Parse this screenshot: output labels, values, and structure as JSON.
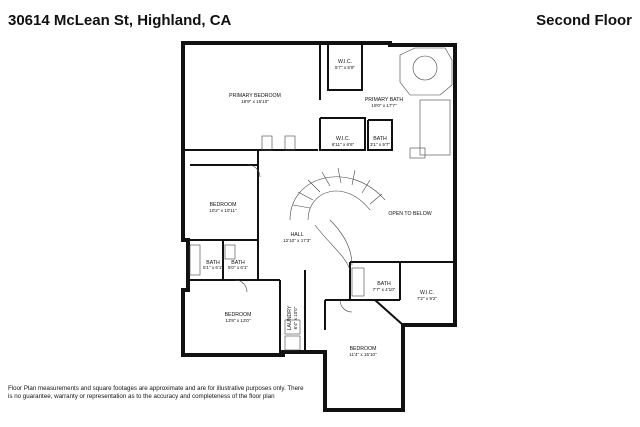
{
  "header": {
    "address": "30614 McLean St, Highland, CA",
    "floor": "Second Floor"
  },
  "rooms": [
    {
      "id": "primary-bedroom",
      "name": "PRIMARY BEDROOM",
      "dim": "18'9\" x 15'10\""
    },
    {
      "id": "wic-1",
      "name": "W.I.C.",
      "dim": "5'7\" x 5'9\""
    },
    {
      "id": "primary-bath",
      "name": "PRIMARY BATH",
      "dim": "19'0\" x 17'7\""
    },
    {
      "id": "wic-2",
      "name": "W.I.C.",
      "dim": "6'11\" x 6'6\""
    },
    {
      "id": "bath-1",
      "name": "BATH",
      "dim": "3'1\" x 5'7\""
    },
    {
      "id": "bedroom-1",
      "name": "BEDROOM",
      "dim": "10'2\" x 10'11\""
    },
    {
      "id": "open-to-below",
      "name": "OPEN TO BELOW",
      "dim": ""
    },
    {
      "id": "hall",
      "name": "HALL",
      "dim": "12'10\" x 17'3\""
    },
    {
      "id": "bath-2",
      "name": "BATH",
      "dim": "5'1\" x 6'1\""
    },
    {
      "id": "bath-3",
      "name": "BATH",
      "dim": "5'0\" x 6'1\""
    },
    {
      "id": "bath-4",
      "name": "BATH",
      "dim": "7'7\" x 4'10\""
    },
    {
      "id": "wic-3",
      "name": "W.I.C.",
      "dim": "7'2\" x 9'2\""
    },
    {
      "id": "bedroom-2",
      "name": "BEDROOM",
      "dim": "13'8\" x 13'0\""
    },
    {
      "id": "laundry",
      "name": "LAUNDRY",
      "dim": "6'4\" x 10'0\""
    },
    {
      "id": "bedroom-3",
      "name": "BEDROOM",
      "dim": "11'4\" x 15'10\""
    }
  ],
  "disclaimer": "Floor Plan measurements and square footages are approximate and are for illustrative purposes only. There is no guarantee, warranty or representation as to the accuracy and completeness of the floor plan"
}
